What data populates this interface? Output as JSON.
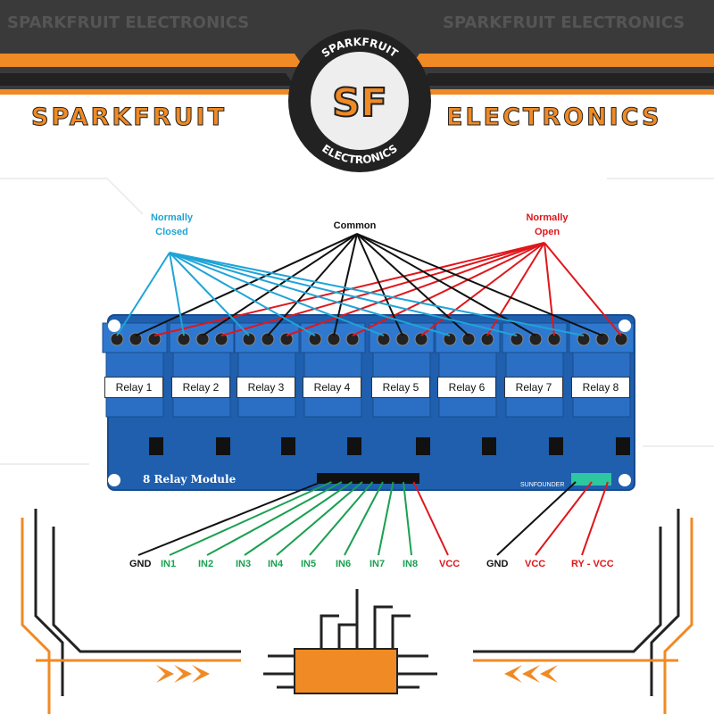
{
  "brand": {
    "left": "SPARKFRUIT",
    "right": "ELECTRONICS",
    "logo_top": "SPARKFRUIT",
    "logo_bottom": "ELECTRONICS",
    "logo_mark": "SF",
    "banner_pattern_text": "SPARKFRUIT ELECTRONICS"
  },
  "diagram": {
    "normally_closed": "Normally Closed",
    "common": "Common",
    "normally_open": "Normally Open",
    "relays": [
      "Relay 1",
      "Relay 2",
      "Relay 3",
      "Relay 4",
      "Relay 5",
      "Relay 6",
      "Relay 7",
      "Relay 8"
    ],
    "module_title": "8 Relay Module",
    "maker": "SUNFOUNDER",
    "pins": [
      "GND",
      "IN1",
      "IN2",
      "IN3",
      "IN4",
      "IN5",
      "IN6",
      "IN7",
      "IN8",
      "VCC"
    ],
    "jumper_pins": [
      "GND",
      "VCC",
      "RY - VCC"
    ]
  },
  "colors": {
    "orange": "#f08a24",
    "nc": "#1fa4d6",
    "common": "#111111",
    "no": "#e0161b",
    "input": "#1aa050",
    "board": "#1f5fae"
  }
}
